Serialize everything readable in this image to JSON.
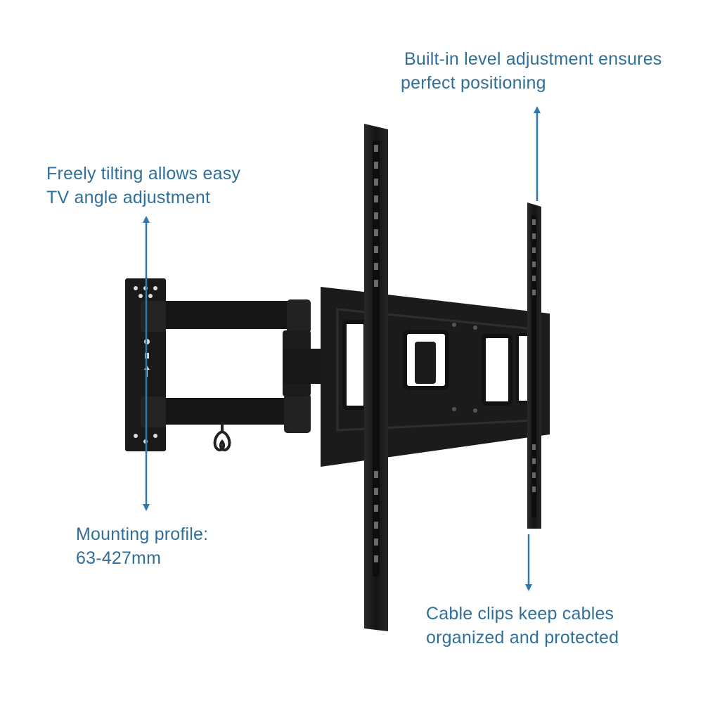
{
  "captions": {
    "level": {
      "line1": "Built-in level adjustment  ensures",
      "line2": "perfect positioning"
    },
    "tilt": {
      "line1": "Freely tilting allows easy",
      "line2": "TV  angle adjustment"
    },
    "profile": {
      "line1": "Mounting profile:",
      "line2": "63-427mm"
    },
    "cable": {
      "line1": "Cable clips keep cables",
      "line2": "organized and protected"
    }
  },
  "colors": {
    "caption": "#2f6f9a",
    "arrow": "#2e78ad",
    "metal": "#1b1b1b"
  }
}
